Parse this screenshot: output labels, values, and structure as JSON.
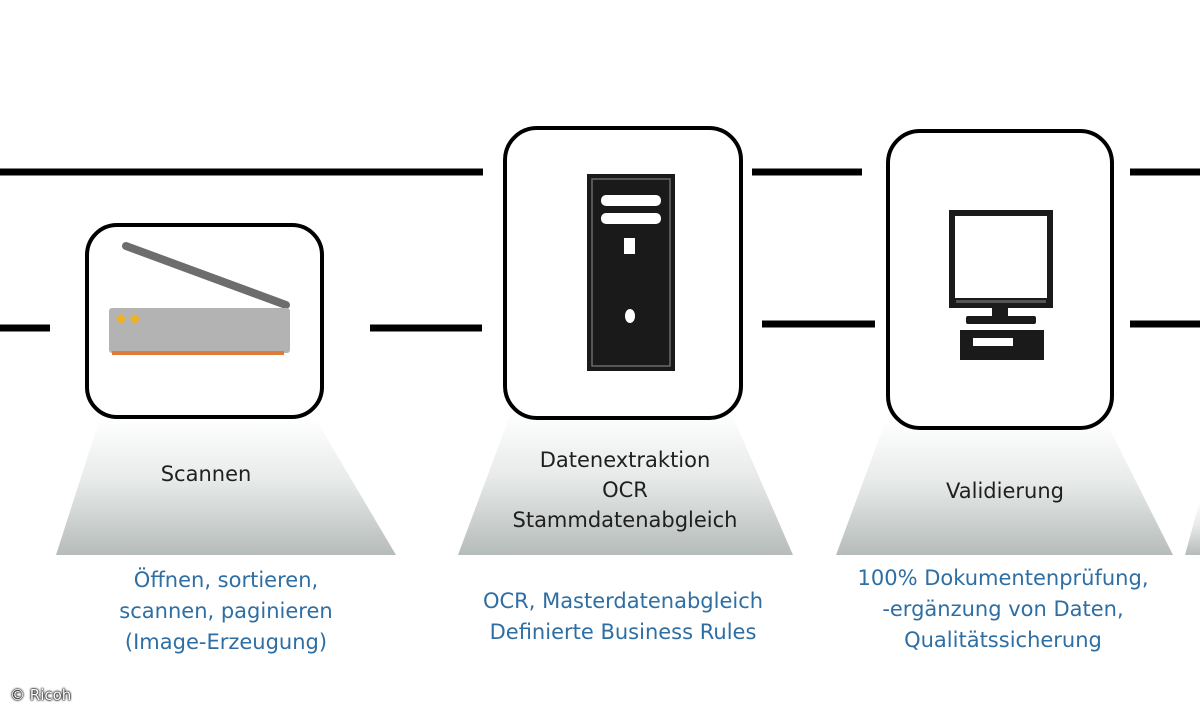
{
  "steps": [
    {
      "id": "scannen",
      "icon": "scanner-icon",
      "label_lines": [
        "Scannen"
      ],
      "desc_lines": [
        "Öffnen, sortieren,",
        "scannen, paginieren",
        "(Image-Erzeugung)"
      ]
    },
    {
      "id": "datenextraktion",
      "icon": "server-tower-icon",
      "label_lines": [
        "Datenextraktion",
        "OCR",
        "Stammdatenabgleich"
      ],
      "desc_lines": [
        "OCR, Masterdatenabgleich",
        "Definierte Business Rules"
      ]
    },
    {
      "id": "validierung",
      "icon": "desktop-computer-icon",
      "label_lines": [
        "Validierung"
      ],
      "desc_lines": [
        "100% Dokumentenprüfung,",
        "-ergänzung von Daten,",
        "Qualitätssicherung"
      ]
    }
  ],
  "copyright": "© Ricoh",
  "colors": {
    "line": "#000000",
    "box_border": "#000000",
    "description_text": "#2e6ea3",
    "scanner_accent": "#e07a3a",
    "scanner_led": "#f2b21c",
    "icon_dark": "#1a1a1a",
    "scanner_body": "#b3b3b3"
  }
}
